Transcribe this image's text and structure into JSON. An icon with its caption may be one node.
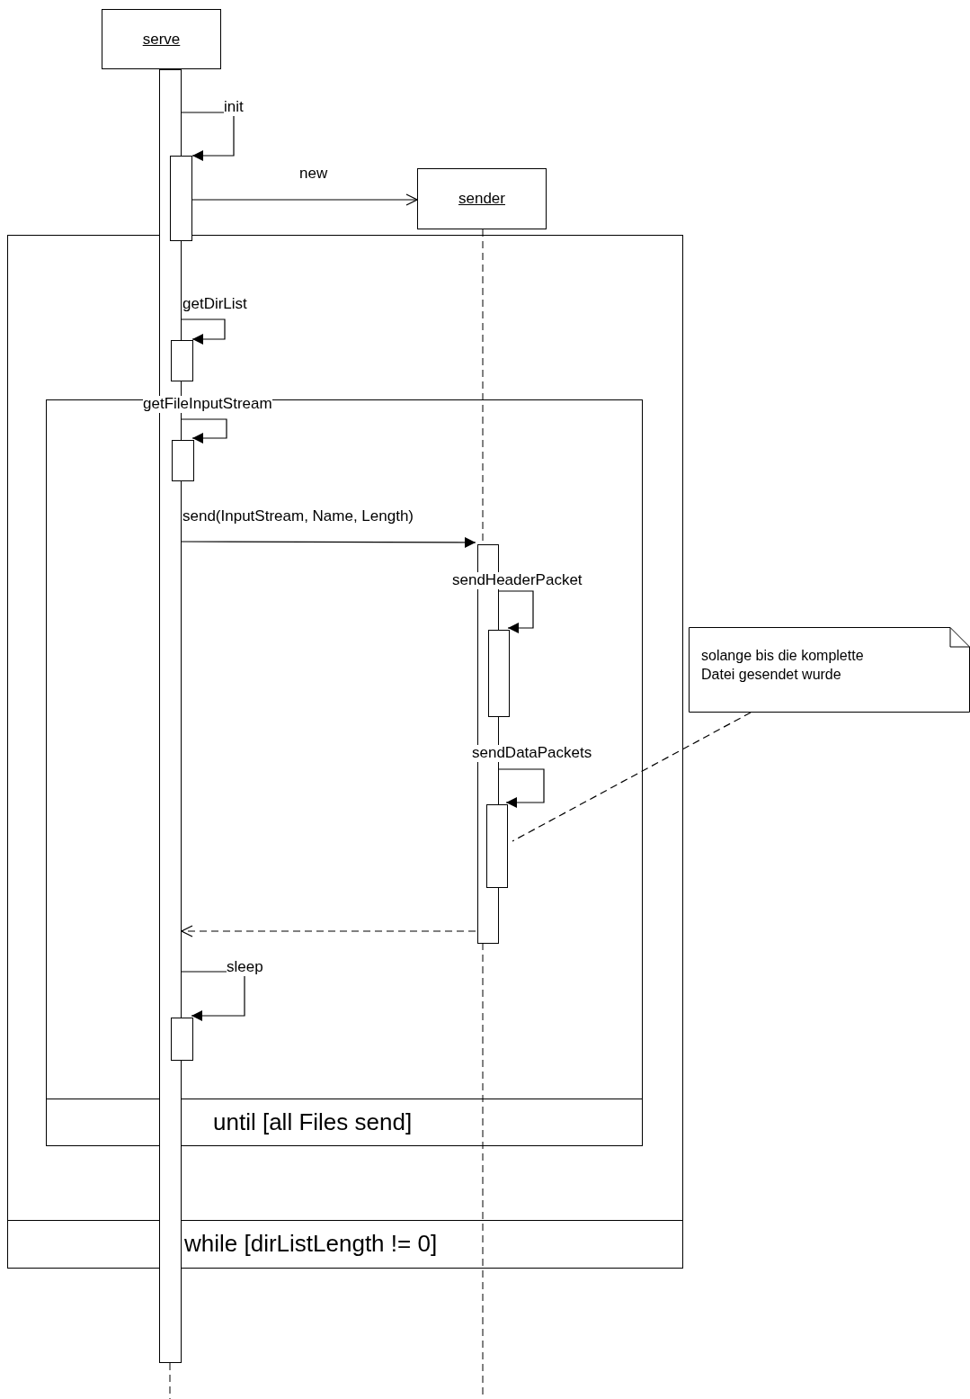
{
  "diagram": {
    "nodes": [
      {
        "text": [
          "serve"
        ]
      },
      {
        "text": [],
        "shape": "bar"
      },
      {
        "text": [],
        "shape": "bar"
      },
      {
        "text": [
          "sender"
        ]
      },
      {
        "text": [
          "while [dirListLength != 0]"
        ]
      },
      {
        "text": [],
        "shape": "bar",
        "in": 4
      },
      {
        "text": [
          "until [all Files send]"
        ],
        "in": 4
      },
      {
        "text": [],
        "shape": "bar",
        "in": 6
      },
      {
        "text": [],
        "shape": "bar",
        "in": 6
      },
      {
        "text": [],
        "shape": "bar",
        "in": 6
      },
      {
        "text": [],
        "shape": "bar",
        "in": 6
      },
      {
        "text": [],
        "shape": "bar",
        "in": 6
      },
      {
        "text": [
          "solange bis die komplette Datei gesendet wurde"
        ]
      }
    ],
    "edges": [
      {
        "from": 1,
        "to": 2,
        "label": "init",
        "arrow": "to"
      },
      {
        "from": 2,
        "to": 3,
        "label": "new",
        "arrow": "to"
      },
      {
        "from": 1,
        "to": 5,
        "label": "getDirList",
        "arrow": "to"
      },
      {
        "from": 1,
        "to": 7,
        "label": "getFileInputStream",
        "arrow": "to"
      },
      {
        "from": 1,
        "to": 8,
        "label": "send(InputStream, Name, Length)",
        "arrow": "to"
      },
      {
        "from": 8,
        "to": 9,
        "label": "sendHeaderPacket",
        "arrow": "to"
      },
      {
        "from": 8,
        "to": 10,
        "label": "sendDataPackets",
        "arrow": "to"
      },
      {
        "from": 8,
        "to": 1,
        "arrow": "to",
        "style": "dashed"
      },
      {
        "from": 1,
        "to": 11,
        "label": "sleep",
        "arrow": "to"
      },
      {
        "from": 12,
        "to": 10,
        "arrow": "none",
        "style": "dashed"
      }
    ]
  }
}
